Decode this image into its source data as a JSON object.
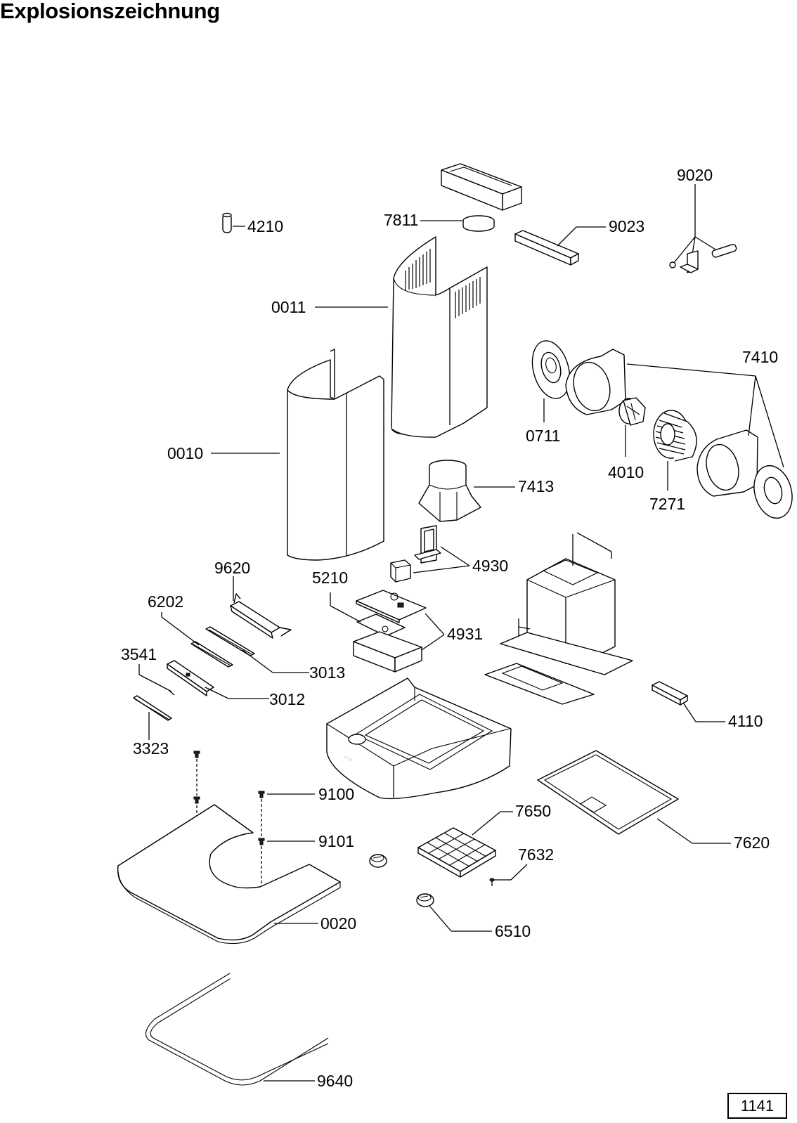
{
  "title": "Explosionszeichnung",
  "page_number": "1141",
  "parts": {
    "p4210": "4210",
    "p7811": "7811",
    "p9023": "9023",
    "p9020": "9020",
    "p0011": "0011",
    "p7410": "7410",
    "p0010": "0010",
    "p0711": "0711",
    "p4010": "4010",
    "p7413": "7413",
    "p7271": "7271",
    "p9620": "9620",
    "p4930": "4930",
    "p5210": "5210",
    "p6202": "6202",
    "p4931": "4931",
    "p3541": "3541",
    "p3013": "3013",
    "p3012": "3012",
    "p4110": "4110",
    "p3323": "3323",
    "p9100": "9100",
    "p7650": "7650",
    "p9101": "9101",
    "p7620": "7620",
    "p7632": "7632",
    "p0020": "0020",
    "p6510": "6510",
    "p9640": "9640"
  }
}
